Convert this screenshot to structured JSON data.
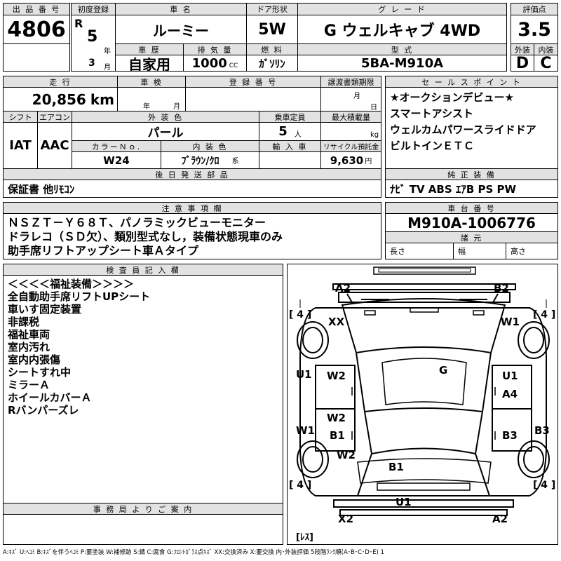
{
  "header": {
    "lot_no_label": "出 品 番 号",
    "lot_no": "4806",
    "first_reg_label": "初度登録",
    "era": "R",
    "year": "5",
    "year_unit": "年",
    "month": "3",
    "month_unit": "月",
    "name_label": "車 名",
    "name": "ルーミー",
    "door_label": "ドア形状",
    "door": "5W",
    "grade_label": "グ レ ー ド",
    "grade": "G ウェルキャブ 4WD",
    "score_label": "評価点",
    "score": "3.5",
    "ext_label": "外装",
    "ext": "D",
    "int_label": "内装",
    "int": "C",
    "history_label": "車 歴",
    "history": "自家用",
    "displacement_label": "排 気 量",
    "displacement": "1000",
    "cc": "CC",
    "fuel_label": "燃 料",
    "fuel": "ｶﾞｿﾘﾝ",
    "model_label": "型 式",
    "model": "5BA-M910A"
  },
  "row2": {
    "mileage_label": "走 行",
    "mileage": "20,856",
    "km": "km",
    "inspection_label": "車 検",
    "nen": "年",
    "tsuki": "月",
    "reg_label": "登 録 番 号",
    "transfer_label": "譲渡書類期限",
    "transfer_month": "月",
    "transfer_day": "日",
    "shift_label": "シフト",
    "shift": "IAT",
    "ac_label": "エアコン",
    "ac": "AAC",
    "color_label": "外 装 色",
    "color": "パール",
    "capacity_label": "乗車定員",
    "capacity": "5",
    "capacity_unit": "人",
    "load_label": "最大積載量",
    "load_unit": "kg",
    "colorno_label": "カラーＮｏ.",
    "colorno": "W24",
    "interior_label": "内 装 色",
    "interior": "ﾌﾞﾗｳﾝ/ｸﾛ",
    "interior_suffix": "系",
    "import_label": "輸 入 車",
    "recycle_label": "リサイクル預託金",
    "recycle": "9,630",
    "yen": "円",
    "after_label": "後 日 発 送 部 品",
    "after": "保証書 他ﾘﾓｺﾝ"
  },
  "sales": {
    "label": "セ ー ル ス ポ イ ン ト",
    "lines": "★オークションデビュー★\nスマートアシスト\nウェルカムパワースライドドア\nビルトインＥＴＣ"
  },
  "equip": {
    "label": "純 正 装 備",
    "value": "ﾅﾋﾞ TV ABS ｴｱB PS PW"
  },
  "caution": {
    "label": "注 意 事 項 欄",
    "lines": "ＮＳＺＴ－Ｙ６８Ｔ、パノラミックビューモニター\nドラレコ（ＳＤ欠）、類別型式なし，装備状態現車のみ\n助手席リフトアップシート車Ａタイプ"
  },
  "chassis": {
    "label": "車 台 番 号",
    "value": "M910A-1006776",
    "dims_label": "諸 元",
    "length": "長さ",
    "width": "幅",
    "height": "高さ"
  },
  "inspector": {
    "label": "検 査 員 記 入 欄",
    "lines": "＜＜＜＜福祉装備＞＞＞＞\n全自動助手席リフトUPシート\n車いす固定装置\n非課税\n福祉車両\n室内汚れ\n室内内張傷\nシートすれ中\nミラーＡ\nホイールカバーＡ\nRバンパーズレ"
  },
  "office": {
    "label": "事 務 局 よ り ご 案 内"
  },
  "diagram": {
    "marks": [
      "A2",
      "B2",
      "XX",
      "W1",
      "G",
      "U1",
      "W2",
      "U1",
      "A4",
      "W2",
      "B1",
      "B3",
      "W1",
      "B3",
      "W2",
      "B1",
      "U1",
      "X2",
      "A2"
    ],
    "tires": [
      "[ 4 ]",
      "[ 4 ]",
      "[ 4 ]",
      "[ 4 ]"
    ],
    "spare": "[ﾚｽ]"
  },
  "legend": "A:ｷｽﾞ U:ﾍｺﾐ B:ｷｽﾞを伴うﾍｺﾐ P:要塗装 W:補修跡 S:錆 C:腐食 G:ﾌﾛﾝﾄｶﾞﾗｽ点ｷｽﾞ XX:交換済み X:要交換 内･外装評価 5段階ﾗﾝｸ順(A･B･C･D･E) 1",
  "colors": {
    "header_bg": "#e2e2e2",
    "line": "#000000"
  }
}
